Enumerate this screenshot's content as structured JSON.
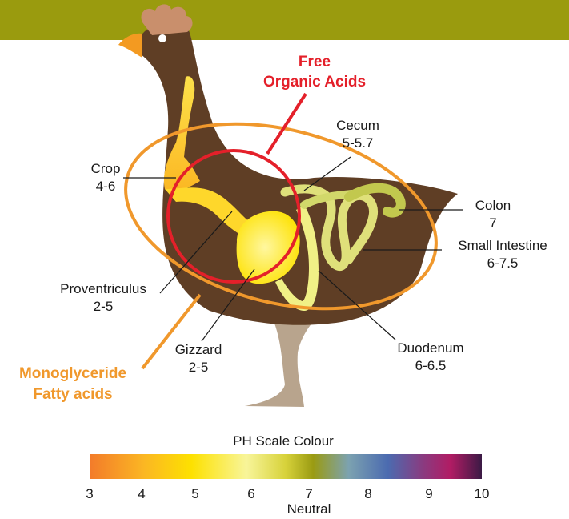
{
  "colors": {
    "banner": "#9a9b0e",
    "body": "#5f3e25",
    "legs": "#b8a48d",
    "comb": "#c98f6c",
    "beak": "#f39a21",
    "free_acids": "#e4202a",
    "mono_acids": "#f0982c"
  },
  "annotations": {
    "free_acids": {
      "line1": "Free",
      "line2": "Organic Acids"
    },
    "mono_acids": {
      "line1": "Monoglyceride",
      "line2": "Fatty acids"
    }
  },
  "organs": {
    "crop": {
      "name": "Crop",
      "ph": "4-6"
    },
    "cecum": {
      "name": "Cecum",
      "ph": "5-5.7"
    },
    "colon": {
      "name": "Colon",
      "ph": "7"
    },
    "small_intestine": {
      "name": "Small Intestine",
      "ph": "6-7.5"
    },
    "proventriculus": {
      "name": "Proventriculus",
      "ph": "2-5"
    },
    "gizzard": {
      "name": "Gizzard",
      "ph": "2-5"
    },
    "duodenum": {
      "name": "Duodenum",
      "ph": "6-6.5"
    }
  },
  "scale": {
    "title": "PH Scale Colour",
    "neutral_label": "Neutral",
    "ticks": [
      "3",
      "4",
      "5",
      "6",
      "7",
      "8",
      "9",
      "10"
    ]
  }
}
